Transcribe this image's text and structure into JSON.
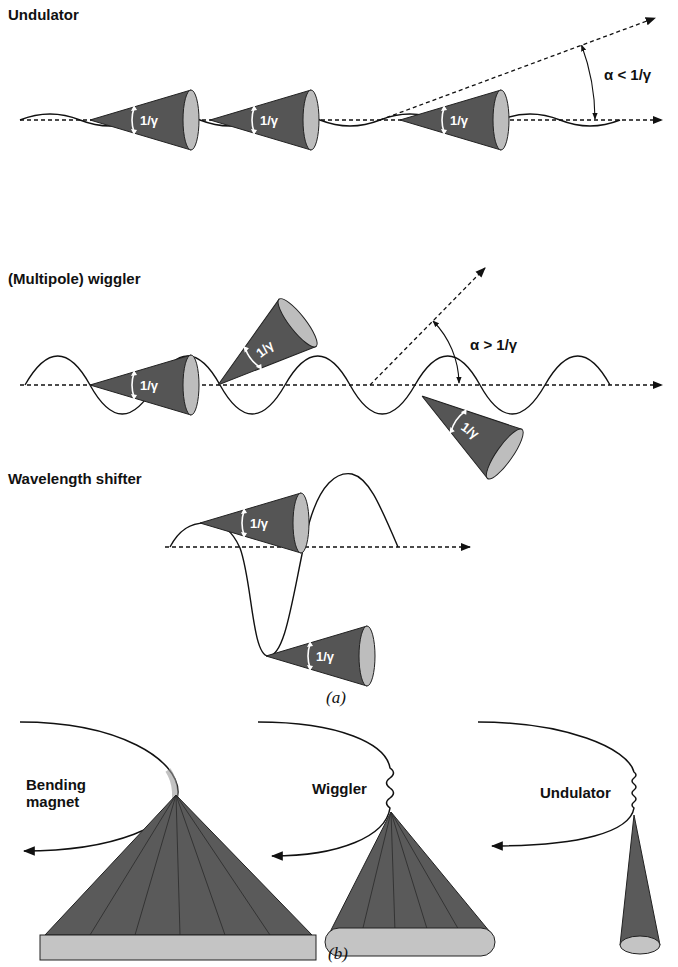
{
  "diagram": {
    "nodes": [
      {
        "text": [
          "1/γ"
        ]
      },
      {
        "text": [
          "1/γ"
        ]
      },
      {
        "text": [
          "1/γ"
        ]
      },
      {
        "text": [
          "1/γ"
        ]
      },
      {
        "text": [
          "1/γ"
        ]
      },
      {
        "text": [
          "1/γ"
        ]
      },
      {
        "text": [
          "1/γ"
        ]
      },
      {
        "text": [
          "1/γ"
        ]
      }
    ],
    "labels": [
      "Undulator",
      "α < 1/γ",
      "(Multipole) wiggler",
      "α > 1/γ",
      "Wavelength shifter",
      "(a)",
      "Bending magnet",
      "Wiggler",
      "Undulator",
      "(b)"
    ]
  }
}
